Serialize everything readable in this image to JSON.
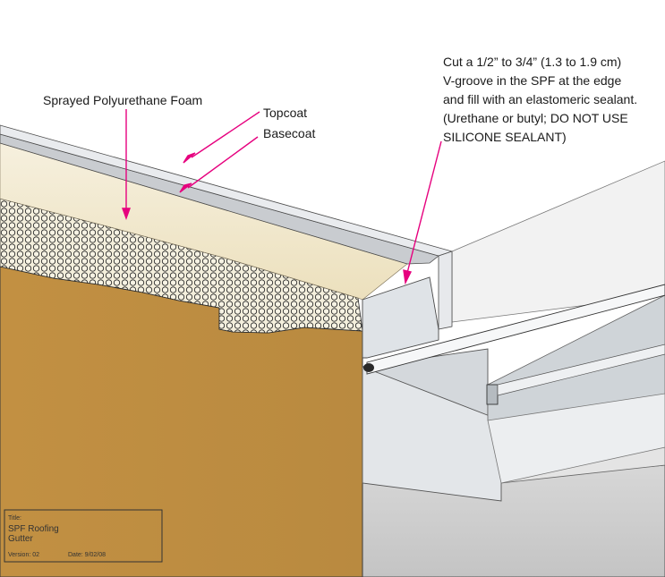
{
  "callouts": {
    "spf": "Sprayed Polyurethane Foam",
    "topcoat": "Topcoat",
    "basecoat": "Basecoat",
    "vgroove": [
      "Cut a 1/2” to 3/4” (1.3 to 1.9 cm)",
      "V-groove in the SPF at the edge",
      "and fill with an elastomeric sealant.",
      "(Urethane or butyl; DO NOT USE",
      "SILICONE SEALANT)"
    ]
  },
  "title_block": {
    "title_label": "Title:",
    "title_lines": [
      "SPF Roofing",
      "Gutter"
    ],
    "version": "Version: 02",
    "date": "Date: 9/02/08"
  },
  "colors": {
    "leader": "#e6007e",
    "wood": "#c8964a",
    "foam": "#f3ecd6",
    "metal": "#d9dde1"
  }
}
